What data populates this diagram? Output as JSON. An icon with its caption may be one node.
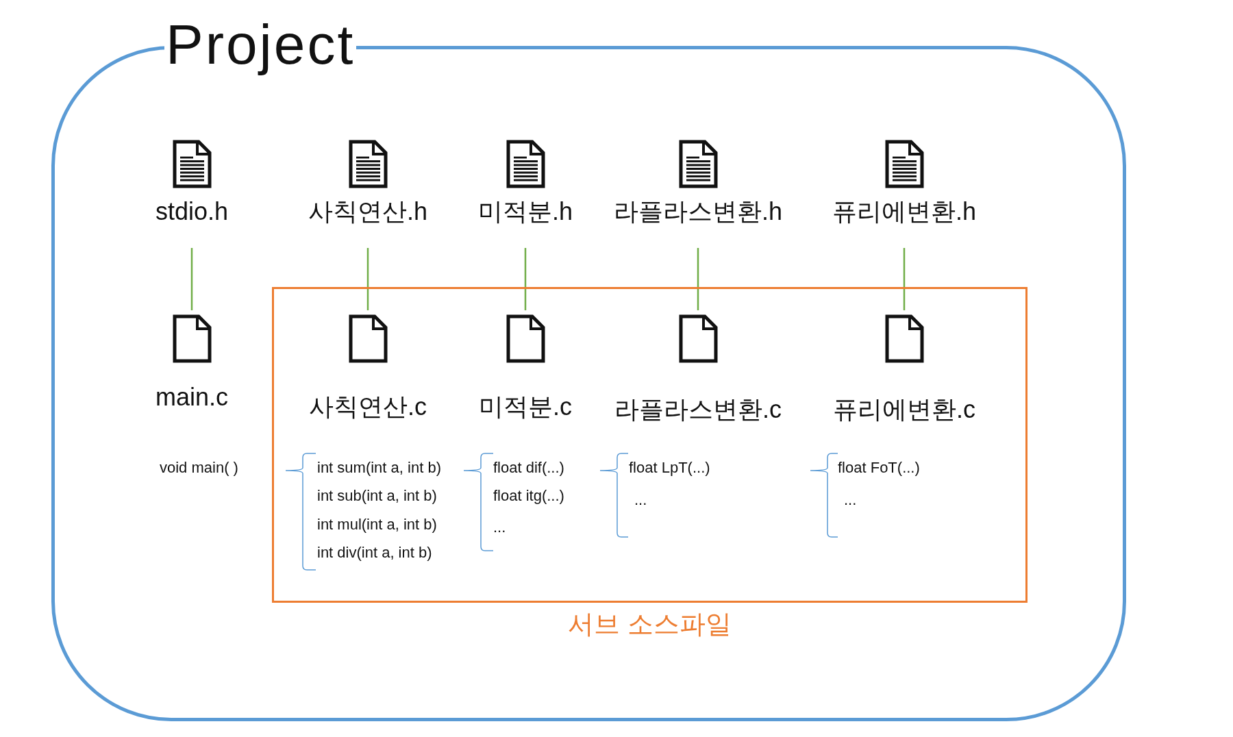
{
  "diagram": {
    "nodes": [
      {
        "text": [
          "Project"
        ]
      },
      {
        "text": [
          "stdio.h"
        ],
        "in": 0
      },
      {
        "text": [
          "사칙연산.h"
        ],
        "in": 0
      },
      {
        "text": [
          "미적분.h"
        ],
        "in": 0
      },
      {
        "text": [
          "라플라스변환.h"
        ],
        "in": 0
      },
      {
        "text": [
          "퓨리에변환.h"
        ],
        "in": 0
      },
      {
        "text": [
          "서브 소스파일"
        ],
        "in": 0
      },
      {
        "text": [
          "main.c"
        ],
        "in": 0
      },
      {
        "text": [
          "사칙연산.c"
        ],
        "in": 6
      },
      {
        "text": [
          "미적분.c"
        ],
        "in": 6
      },
      {
        "text": [
          "라플라스변환.c"
        ],
        "in": 6
      },
      {
        "text": [
          "퓨리에변환.c"
        ],
        "in": 6
      }
    ],
    "edges": [
      {
        "from": 1,
        "to": 7,
        "arrow": "none"
      },
      {
        "from": 2,
        "to": 8,
        "arrow": "none"
      },
      {
        "from": 3,
        "to": 9,
        "arrow": "none"
      },
      {
        "from": 4,
        "to": 10,
        "arrow": "none"
      },
      {
        "from": 5,
        "to": 11,
        "arrow": "none"
      }
    ],
    "labels": [
      "void main( )",
      "int sum(int a, int b)",
      "float dif(...)",
      "float LpT(...)",
      "float FoT(...)",
      "int sub(int a, int b)",
      "float itg(...)",
      "...",
      "...",
      "int mul(int a, int b)",
      "...",
      "int div(int a, int b)"
    ]
  }
}
